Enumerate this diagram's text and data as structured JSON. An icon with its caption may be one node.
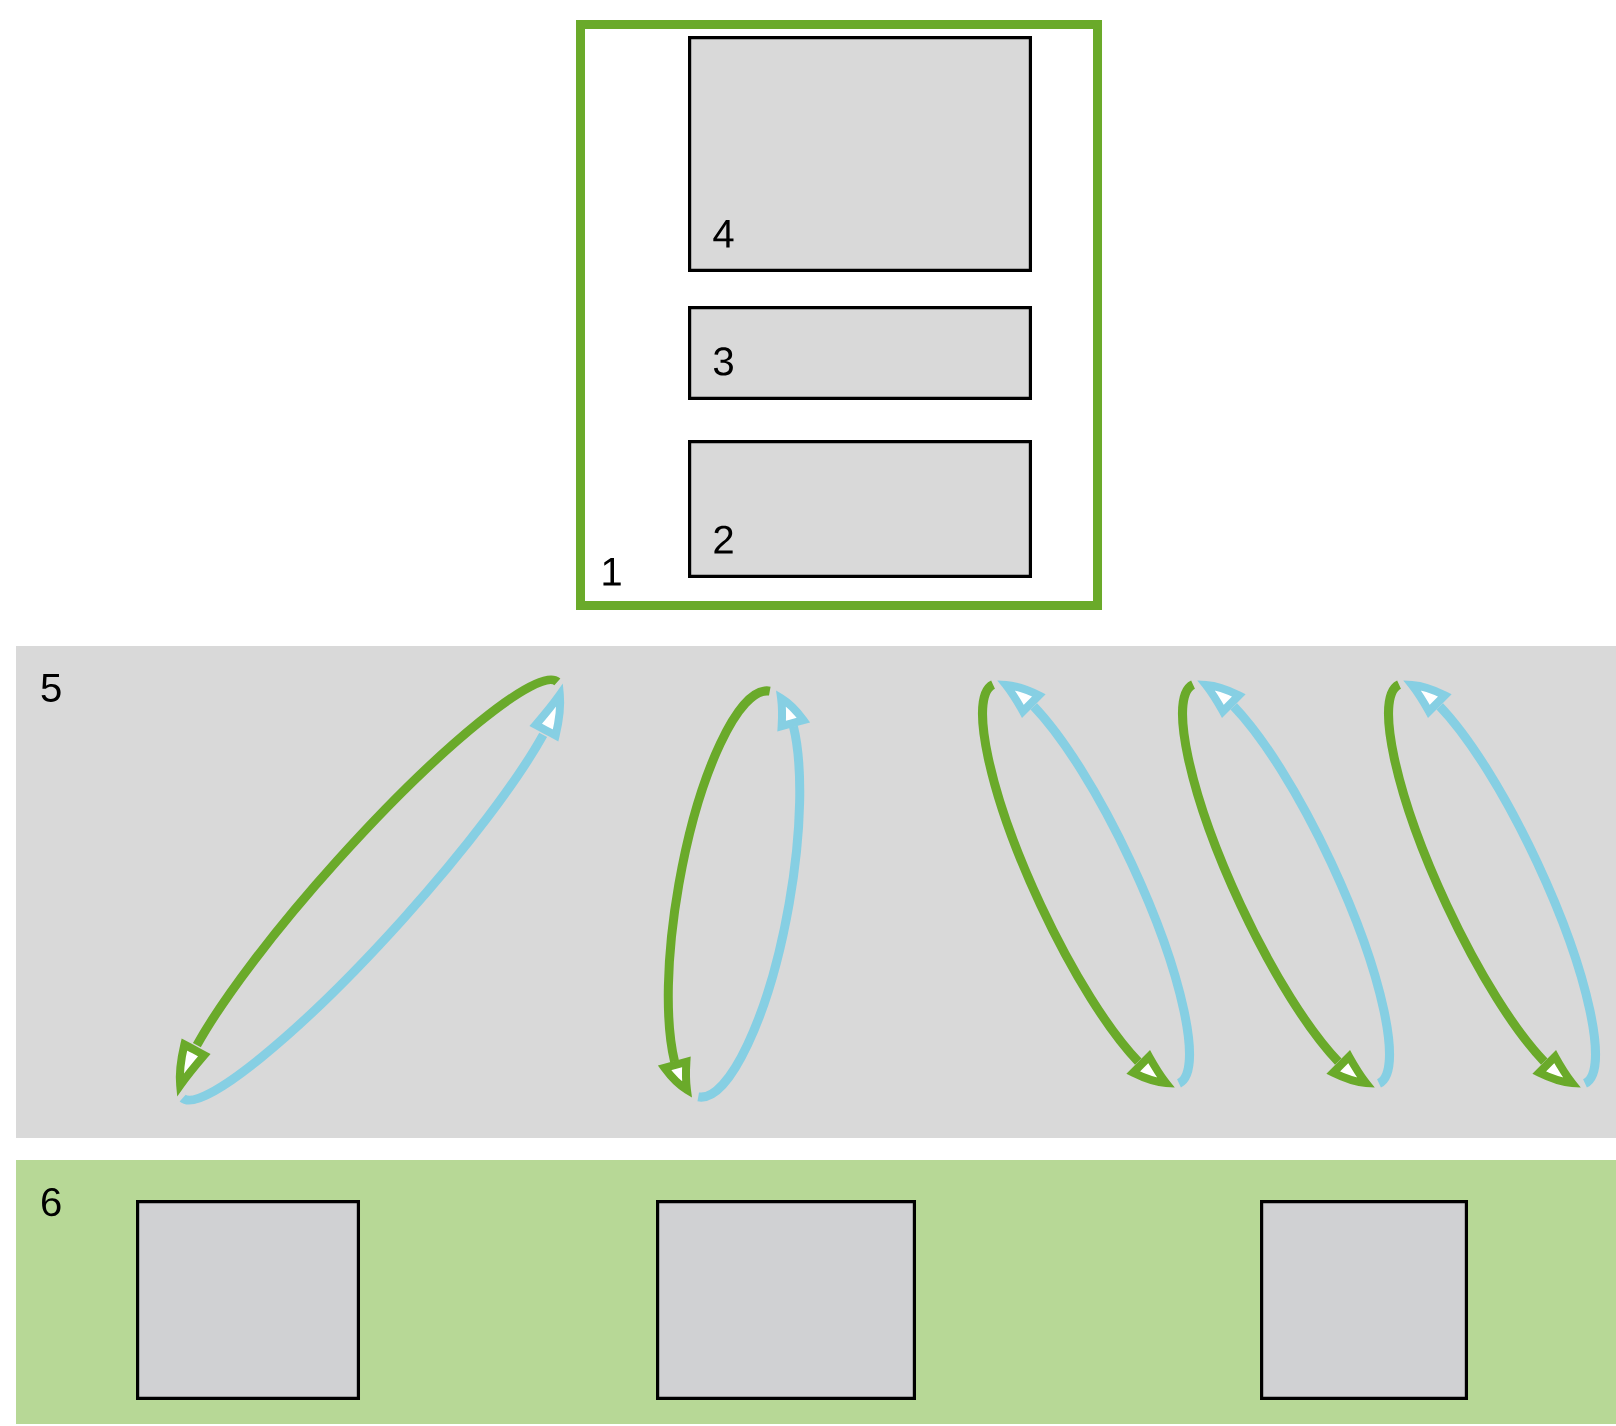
{
  "diagram": {
    "nodes": [
      {
        "text": [
          "1"
        ]
      },
      {
        "text": [
          "4"
        ],
        "in": 0
      },
      {
        "text": [
          "3"
        ],
        "in": 0
      },
      {
        "text": [
          "2"
        ],
        "in": 0
      },
      {
        "text": [
          "5"
        ]
      },
      {
        "text": [
          "6"
        ]
      },
      {
        "text": [],
        "shape": "box",
        "in": 5
      },
      {
        "text": [],
        "shape": "box",
        "in": 5
      },
      {
        "text": [],
        "shape": "box",
        "in": 5
      }
    ]
  }
}
